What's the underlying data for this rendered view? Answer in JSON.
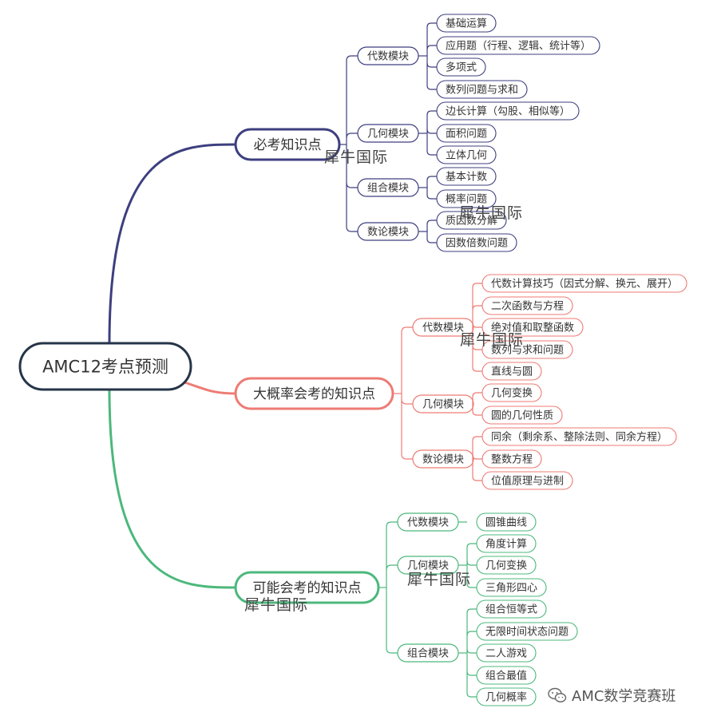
{
  "root": {
    "label": "AMC12考点预测"
  },
  "branches": [
    {
      "label": "必考知识点",
      "color": "#3d3f7f",
      "modules": [
        {
          "label": "代数模块",
          "items": [
            "基础运算",
            "应用题（行程、逻辑、统计等）",
            "多项式",
            "数列问题与求和"
          ]
        },
        {
          "label": "几何模块",
          "items": [
            "边长计算（勾股、相似等）",
            "面积问题",
            "立体几何"
          ]
        },
        {
          "label": "组合模块",
          "items": [
            "基本计数",
            "概率问题"
          ]
        },
        {
          "label": "数论模块",
          "items": [
            "质因数分解",
            "因数倍数问题"
          ]
        }
      ]
    },
    {
      "label": "大概率会考的知识点",
      "color": "#ee7b74",
      "modules": [
        {
          "label": "代数模块",
          "items": [
            "代数计算技巧（因式分解、换元、展开）",
            "二次函数与方程",
            "绝对值和取整函数",
            "数列与求和问题",
            "直线与圆"
          ]
        },
        {
          "label": "几何模块",
          "items": [
            "几何变换",
            "圆的几何性质"
          ]
        },
        {
          "label": "数论模块",
          "items": [
            "同余（剩余系、整除法则、同余方程）",
            "整数方程",
            "位值原理与进制"
          ]
        }
      ]
    },
    {
      "label": "可能会考的知识点",
      "color": "#4cb87c",
      "modules": [
        {
          "label": "代数模块",
          "items": [
            "圆锥曲线"
          ]
        },
        {
          "label": "几何模块",
          "items": [
            "角度计算",
            "几何变换",
            "三角形四心"
          ]
        },
        {
          "label": "组合模块",
          "items": [
            "组合恒等式",
            "无限时间状态问题",
            "二人游戏",
            "组合最值",
            "几何概率"
          ]
        }
      ]
    }
  ],
  "watermarks": [
    "犀牛国际",
    "犀牛国际",
    "犀牛国际",
    "犀牛国际",
    "犀牛国际"
  ],
  "footer": {
    "text": "AMC数学竞赛班",
    "icon": "wechat-icon"
  }
}
